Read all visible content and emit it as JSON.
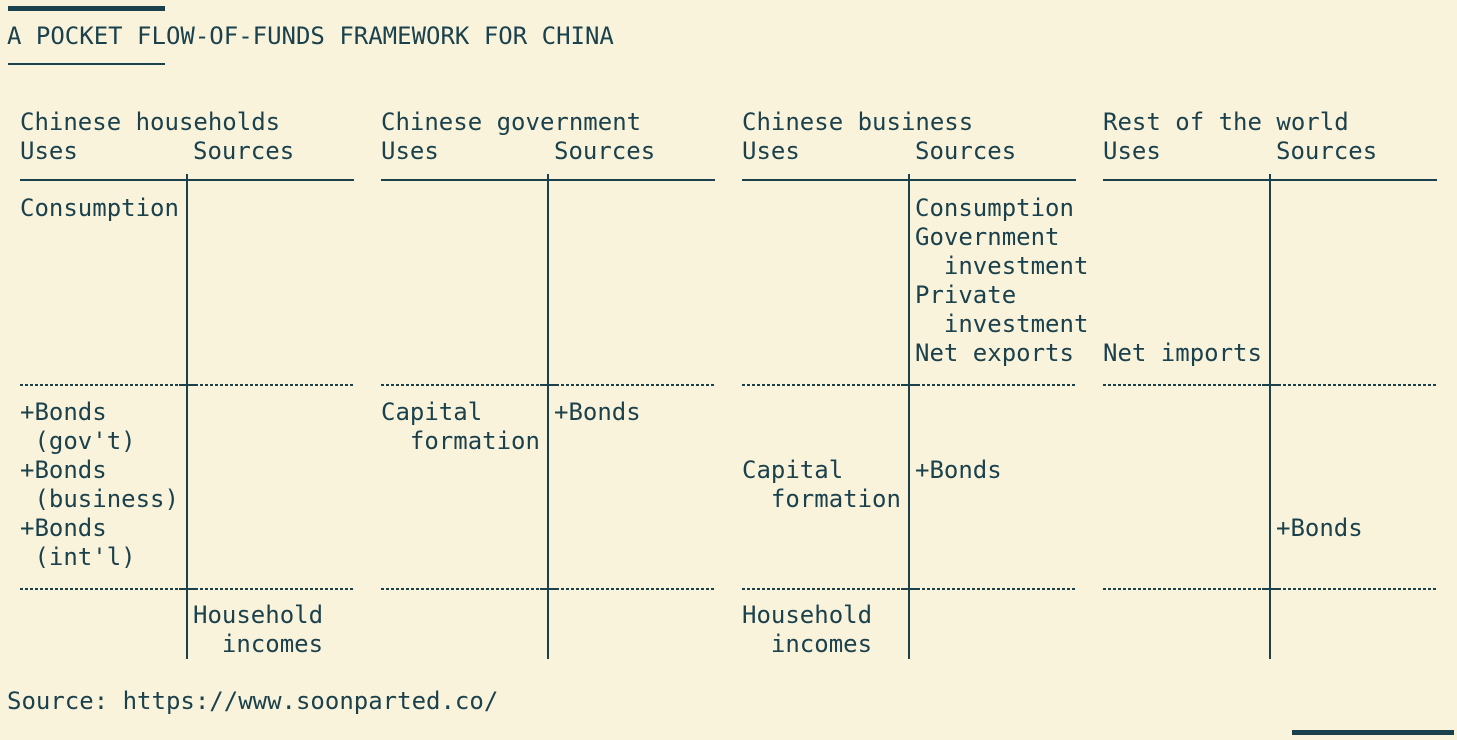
{
  "page": {
    "title": "A POCKET FLOW-OF-FUNDS FRAMEWORK FOR CHINA",
    "source_line": "Source: https://www.soonparted.co/",
    "colors": {
      "background": "#faf3dc",
      "ink": "#1b414c"
    }
  },
  "accounts": [
    {
      "name": "Chinese households",
      "uses_label": "Uses",
      "sources_label": "Sources",
      "entries": [
        "Consumption",
        "+Bonds",
        " (gov't)",
        "+Bonds",
        " (business)",
        "+Bonds",
        " (int'l)",
        "Household",
        "  incomes"
      ]
    },
    {
      "name": "Chinese government",
      "uses_label": "Uses",
      "sources_label": "Sources",
      "entries": [
        "Capital",
        "  formation",
        "+Bonds"
      ]
    },
    {
      "name": "Chinese business",
      "uses_label": "Uses",
      "sources_label": "Sources",
      "entries": [
        "Consumption",
        "Government",
        "  investment",
        "Private",
        "  investment",
        "Net exports",
        "Capital",
        "  formation",
        "+Bonds",
        "Household",
        "  incomes"
      ]
    },
    {
      "name": "Rest of the world",
      "uses_label": "Uses",
      "sources_label": "Sources",
      "entries": [
        "Net imports",
        "+Bonds"
      ]
    }
  ]
}
